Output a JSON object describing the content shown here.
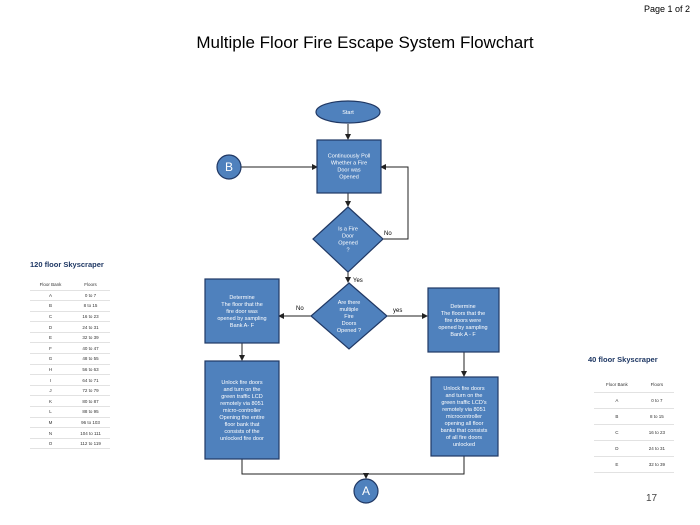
{
  "page_label": "Page 1 of 2",
  "title": "Multiple  Floor Fire Escape System Flowchart",
  "page_number": "17",
  "connectors": {
    "b": "B",
    "a": "A"
  },
  "nodes": {
    "start": [
      "Start"
    ],
    "poll": [
      "Continuously Poll",
      "Whether a Fire",
      "Door was",
      "Opened"
    ],
    "decision1": [
      "Is a Fire",
      "Door",
      "Opened",
      "?"
    ],
    "decision2": [
      "Are there",
      "multiple",
      "Fire",
      "Doors",
      "Opened ?"
    ],
    "determine_left": [
      "Determine",
      "The floor that the",
      "fire door was",
      "opened by sampling",
      "Bank A- F"
    ],
    "determine_right": [
      "Determine",
      "The floors that the",
      "fire doors were",
      "opened by sampling",
      "Bank A - F"
    ],
    "unlock_left": [
      "Unlock fire doors",
      "and turn on the",
      "green traffic LCD",
      "remotely via 8051",
      "micro-controller",
      "Opening the entire",
      "floor bank that",
      "consists of the",
      "unlocked fire door"
    ],
    "unlock_right": [
      "Unlock fire doors",
      "and turn on the",
      "green traffic LCD's",
      "remotely via 8051",
      "microcontroller",
      "opening all floor",
      "banks that consists",
      "of all fire doors",
      "unlocked"
    ]
  },
  "edge_labels": {
    "no1": "No",
    "yes1": "Yes",
    "no2": "No",
    "yes2": "yes"
  },
  "table120": {
    "title": "120 floor Skyscraper",
    "headers": [
      "Floor Bank",
      "Floors"
    ],
    "rows": [
      [
        "A",
        "0 to 7"
      ],
      [
        "B",
        "8 to 15"
      ],
      [
        "C",
        "16 to 23"
      ],
      [
        "D",
        "24 to 31"
      ],
      [
        "E",
        "32 to 39"
      ],
      [
        "F",
        "40 to 47"
      ],
      [
        "G",
        "48 to 55"
      ],
      [
        "H",
        "56 to 63"
      ],
      [
        "I",
        "64 to 71"
      ],
      [
        "J",
        "72 to 79"
      ],
      [
        "K",
        "80 to 87"
      ],
      [
        "L",
        "88 to 95"
      ],
      [
        "M",
        "96 to 103"
      ],
      [
        "N",
        "104 to 111"
      ],
      [
        "O",
        "112 to 119"
      ]
    ]
  },
  "table40": {
    "title": "40 floor Skyscraper",
    "headers": [
      "Floor Bank",
      "Floors"
    ],
    "rows": [
      [
        "A",
        "0 to 7"
      ],
      [
        "B",
        "8 to 15"
      ],
      [
        "C",
        "16 to 23"
      ],
      [
        "D",
        "24 to 31"
      ],
      [
        "E",
        "32 to 39"
      ]
    ]
  },
  "colors": {
    "fill": "#4f81bd",
    "stroke": "#203864",
    "line": "#222222",
    "title_blue": "#1f3864"
  }
}
